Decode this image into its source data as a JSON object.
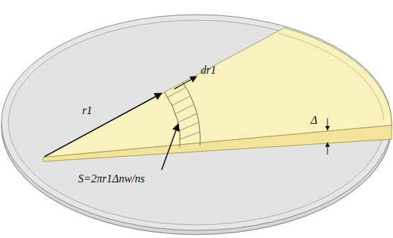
{
  "diagram": {
    "labels": [
      "r1",
      "dr1",
      "Δ",
      "S=2πr1Δnw/ns"
    ]
  }
}
